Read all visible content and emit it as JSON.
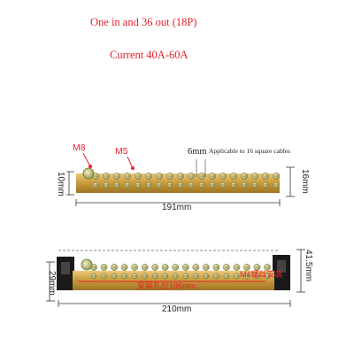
{
  "header": {
    "title": "One in and 36 out (18P)",
    "current": "Current 40A-60A"
  },
  "diagram1": {
    "label_m8": "M8",
    "label_m5": "M5",
    "label_6mm": "6mm",
    "note_cables": "Applicable to 16 square cables",
    "dim_height": "10mm",
    "dim_right": "16mm",
    "dim_width": "191mm"
  },
  "diagram2": {
    "dim_height_top": "41.5mm",
    "dim_left": "29mm",
    "dim_width": "210mm",
    "label_hole_spacing": "安装孔位196mm",
    "label_screw": "M4螺丝安装"
  },
  "colors": {
    "accent_red": "#e8202a",
    "brass": "#c79a3b",
    "bracket": "#1a1a1a"
  }
}
